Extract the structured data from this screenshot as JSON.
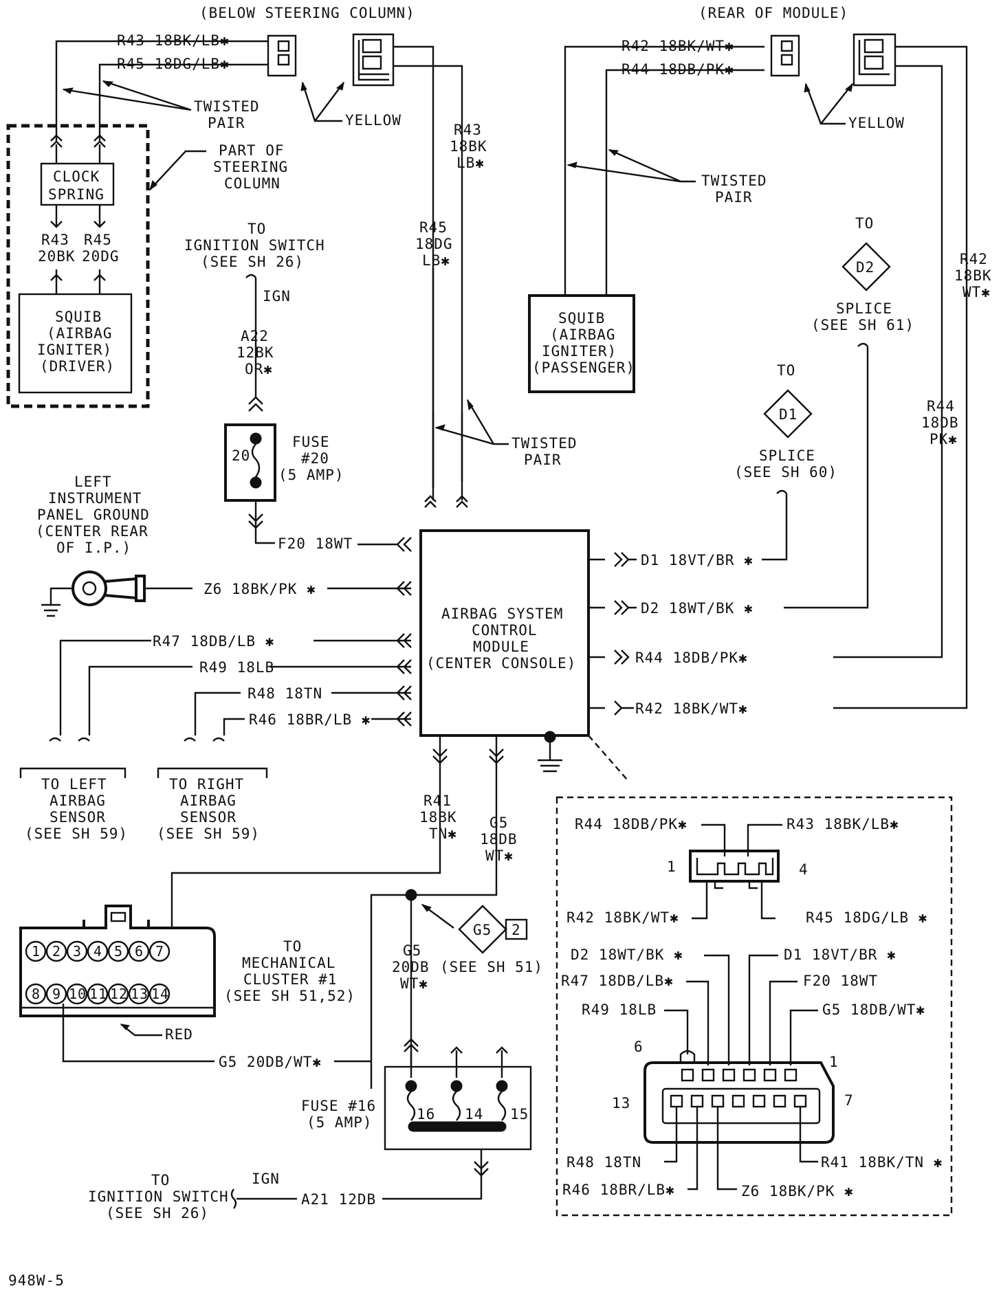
{
  "labels": {
    "below_steering_column": "(BELOW STEERING COLUMN)",
    "rear_of_module": "(REAR OF MODULE)",
    "r43_top": "R43 18BK/LB✱",
    "r45_top": "R45 18DG/LB✱",
    "twisted_pair": "TWISTED",
    "pair": "PAIR",
    "part_of": "PART OF",
    "steering": "STEERING",
    "column": "COLUMN",
    "yellow": "YELLOW",
    "clock": "CLOCK",
    "spring": "SPRING",
    "r43_cs": "R43",
    "r43_cs2": "20BK",
    "r45_cs": "R45",
    "r45_cs2": "20DG",
    "squib": "SQUIB",
    "airbag_paren": "(AIRBAG",
    "igniter_paren": "IGNITER)",
    "driver": "(DRIVER)",
    "passenger": "(PASSENGER)",
    "to": "TO",
    "ignition_switch": "IGNITION SWITCH",
    "see_sh_26": "(SEE SH 26)",
    "ign": "IGN",
    "a22_1": "A22",
    "a22_2": "12BK",
    "a22_3": "OR✱",
    "fuse": "FUSE",
    "fuse20": "#20",
    "fuse20_amp": "(5 AMP)",
    "fuse20_num": "20",
    "r43_mid_1": "R43",
    "r43_mid_2": "18BK",
    "r43_mid_3": "LB✱",
    "r45_mid_1": "R45",
    "r45_mid_2": "18DG",
    "r45_mid_3": "LB✱",
    "r42_top": "R42 18BK/WT✱",
    "r44_top": "R44 18DB/PK✱",
    "r42_side_1": "R42",
    "r42_side_2": "18BK",
    "r42_side_3": "WT✱",
    "r44_side_1": "R44",
    "r44_side_2": "18DB",
    "r44_side_3": "PK✱",
    "splice": "SPLICE",
    "see_sh_61": "(SEE SH 61)",
    "see_sh_60": "(SEE SH 60)",
    "d1": "D1",
    "d2": "D2",
    "left": "LEFT",
    "instrument": "INSTRUMENT",
    "panel_ground": "PANEL GROUND",
    "center_rear": "(CENTER REAR",
    "of_ip": "OF I.P.)",
    "f20": "F20 18WT",
    "z6": "Z6 18BK/PK ✱",
    "r47": "R47 18DB/LB ✱",
    "r49": "R49 18LB",
    "r48": "R48 18TN",
    "r46": "R46 18BR/LB ✱",
    "module_1": "AIRBAG SYSTEM",
    "module_2": "CONTROL",
    "module_3": "MODULE",
    "module_4": "(CENTER CONSOLE)",
    "d1_wire": "D1 18VT/BR ✱",
    "d2_wire": "D2 18WT/BK ✱",
    "r44_wire": "R44 18DB/PK✱",
    "r42_wire": "R42 18BK/WT✱",
    "to_left": "TO LEFT",
    "to_right": "TO RIGHT",
    "airbag": "AIRBAG",
    "sensor": "SENSOR",
    "see_sh_59": "(SEE SH 59)",
    "r41_1": "R41",
    "r41_2": "18BK",
    "r41_3": "TN✱",
    "g5_1": "G5",
    "g5_2": "18DB",
    "g5_3": "WT✱",
    "g5_lo_1": "G5",
    "g5_lo_2": "20DB",
    "g5_lo_3": "WT✱",
    "see_sh_51": "(SEE SH 51)",
    "g5_diamond": "G5",
    "g5_tab": "2",
    "to_mech": "MECHANICAL",
    "cluster": "CLUSTER #1",
    "see_sh_5152": "(SEE SH 51,52)",
    "red": "RED",
    "g5_wire": "G5 20DB/WT✱",
    "fuse16": "FUSE #16",
    "fuse16_amp": "(5 AMP)",
    "f16": "16",
    "f14": "14",
    "f15": "15",
    "a21": "A21 12DB",
    "c_r44": "R44 18DB/PK✱",
    "c_r43": "R43 18BK/LB✱",
    "c_r42": "R42 18BK/WT✱",
    "c_r45": "R45 18DG/LB ✱",
    "c_1": "1",
    "c_4": "4",
    "c_d2": "D2 18WT/BK ✱",
    "c_d1": "D1 18VT/BR ✱",
    "c_r47": "R47 18DB/LB✱",
    "c_f20": "F20 18WT",
    "c_r49": "R49 18LB",
    "c_g5": "G5 18DB/WT✱",
    "c_6": "6",
    "c_1b": "1",
    "c_13": "13",
    "c_7": "7",
    "c_r48": "R48 18TN",
    "c_r41": "R41 18BK/TN ✱",
    "c_r46": "R46 18BR/LB✱",
    "c_z6": "Z6 18BK/PK ✱",
    "footer": "948W-5"
  },
  "cluster_pins_top": [
    "1",
    "2",
    "3",
    "4",
    "5",
    "6",
    "7"
  ],
  "cluster_pins_bottom": [
    "8",
    "9",
    "10",
    "11",
    "12",
    "13",
    "14"
  ]
}
